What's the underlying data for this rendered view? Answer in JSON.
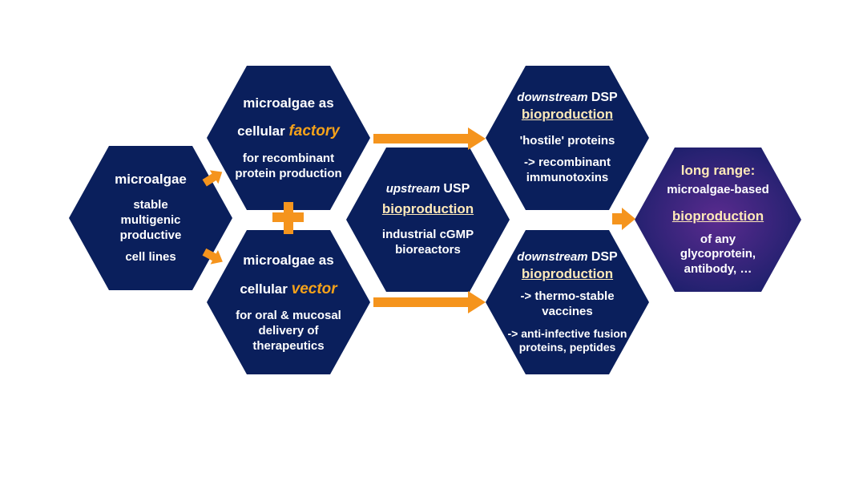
{
  "colors": {
    "hex_fill": "#0a1f5c",
    "hex_purple_center": "#5a2b8f",
    "arrow": "#f5941d",
    "text": "#ffffff",
    "text_cream": "#ffe9b8",
    "accent": "#f5a21a"
  },
  "hex_cell_lines": {
    "title": "microalgae",
    "line1": "stable",
    "line2": "multigenic",
    "line3": "productive",
    "line4": "cell lines"
  },
  "hex_factory": {
    "line1": "microalgae as",
    "prefix": "cellular",
    "accent": "factory",
    "line3": "for recombinant",
    "line4": "protein production"
  },
  "hex_vector": {
    "line1": "microalgae as",
    "prefix": "cellular",
    "accent": "vector",
    "line3": "for oral & mucosal",
    "line4": "delivery of",
    "line5": "therapeutics"
  },
  "hex_usp": {
    "stream": "upstream",
    "abbr": "USP",
    "heading": "bioproduction",
    "line3": "industrial  cGMP",
    "line4": "bioreactors"
  },
  "hex_dsp_top": {
    "stream": "downstream",
    "abbr": "DSP",
    "heading": "bioproduction",
    "line3": "'hostile' proteins",
    "line4": "-> recombinant",
    "line5": "immunotoxins"
  },
  "hex_dsp_bottom": {
    "stream": "downstream",
    "abbr": "DSP",
    "heading": "bioproduction",
    "line3": "-> thermo-stable",
    "line4": "vaccines",
    "line5": "-> anti-infective fusion",
    "line6": "proteins, peptides"
  },
  "hex_long_range": {
    "line1": "long range:",
    "line2": "microalgae-based",
    "heading": "bioproduction",
    "line4": "of any",
    "line5": "glycoprotein,",
    "line6": "antibody,  …"
  }
}
